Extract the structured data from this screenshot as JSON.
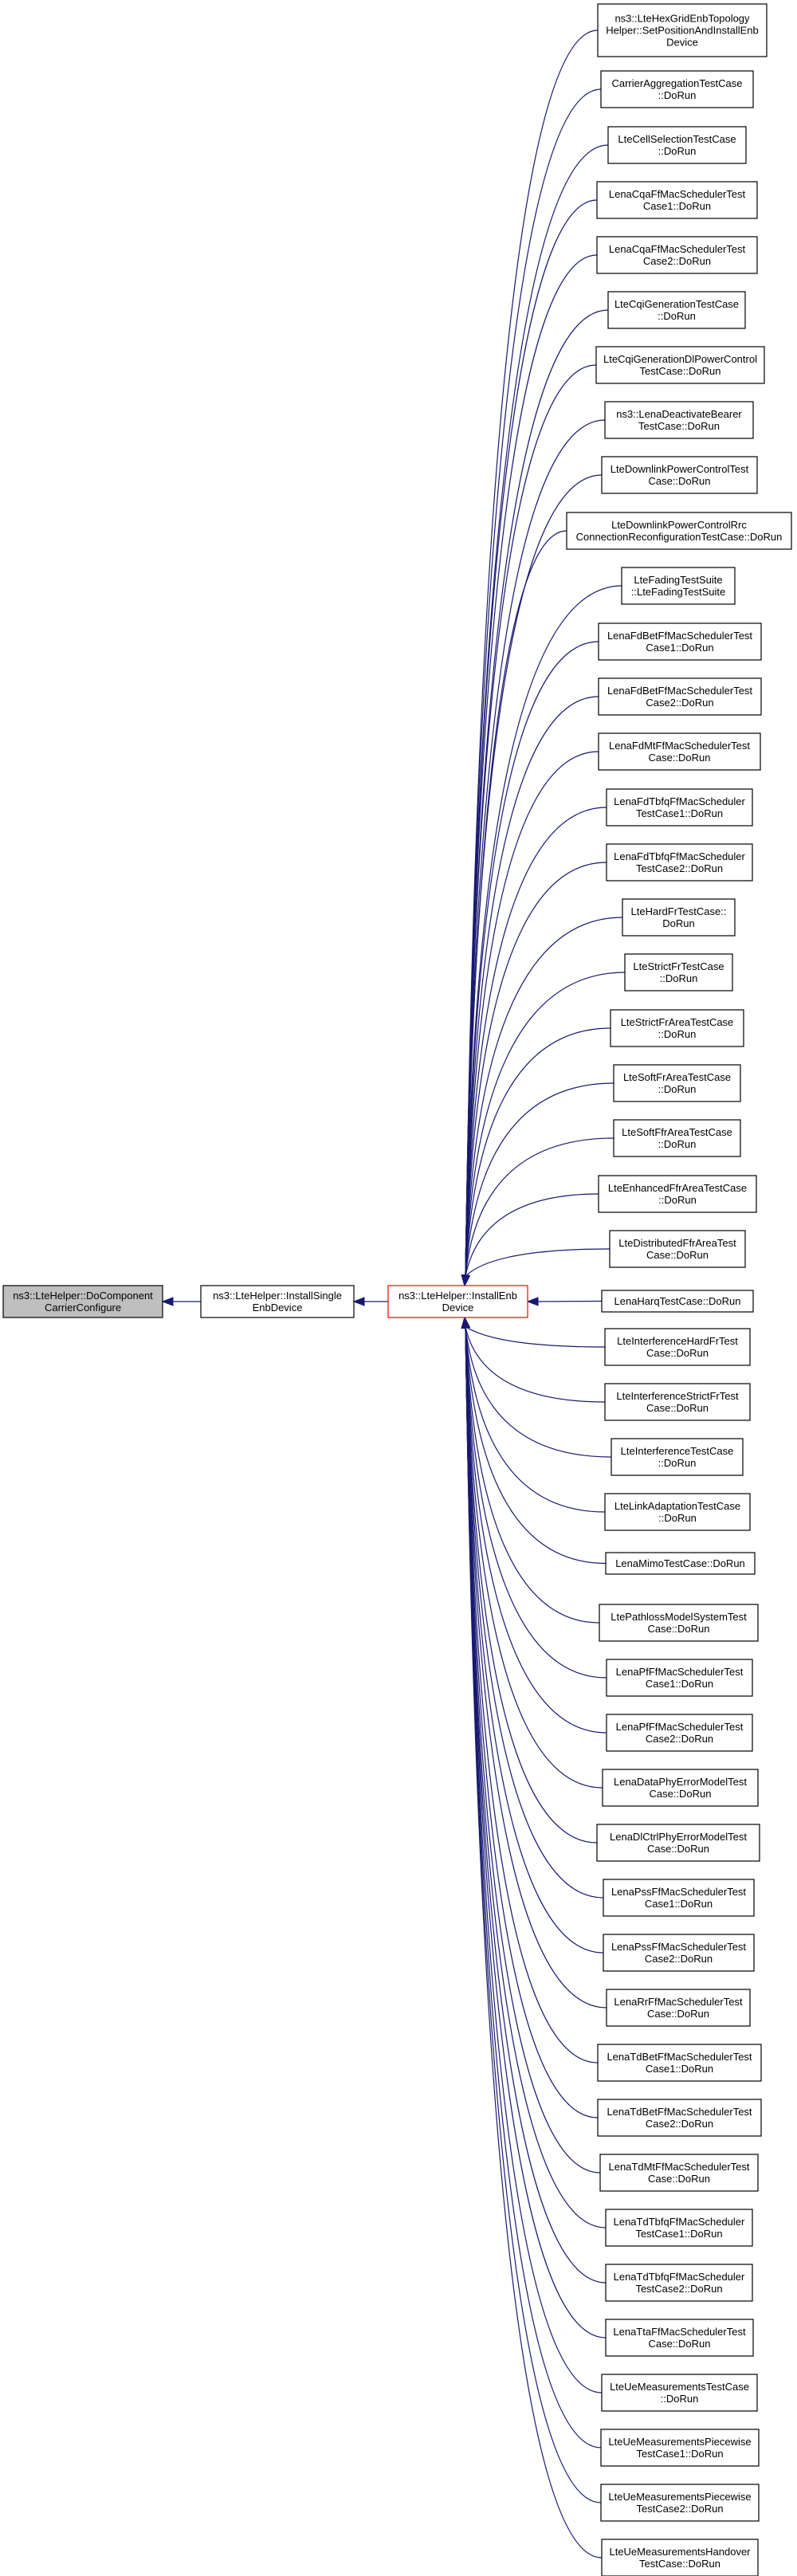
{
  "colors": {
    "edge": "#191970",
    "root_fill": "#bfbfbf",
    "focus_border": "#ff0000",
    "box_border": "#000000"
  },
  "root": {
    "lines": [
      "ns3::LteHelper::DoComponent",
      "CarrierConfigure"
    ]
  },
  "middle": {
    "lines": [
      "ns3::LteHelper::InstallSingle",
      "EnbDevice"
    ]
  },
  "focus": {
    "lines": [
      "ns3::LteHelper::InstallEnb",
      "Device"
    ]
  },
  "callers": [
    {
      "lines": [
        "ns3::LteHexGridEnbTopology",
        "Helper::SetPositionAndInstallEnb",
        "Device"
      ]
    },
    {
      "lines": [
        "CarrierAggregationTestCase",
        "::DoRun"
      ]
    },
    {
      "lines": [
        "LteCellSelectionTestCase",
        "::DoRun"
      ]
    },
    {
      "lines": [
        "LenaCqaFfMacSchedulerTest",
        "Case1::DoRun"
      ]
    },
    {
      "lines": [
        "LenaCqaFfMacSchedulerTest",
        "Case2::DoRun"
      ]
    },
    {
      "lines": [
        "LteCqiGenerationTestCase",
        "::DoRun"
      ]
    },
    {
      "lines": [
        "LteCqiGenerationDlPowerControl",
        "TestCase::DoRun"
      ]
    },
    {
      "lines": [
        "ns3::LenaDeactivateBearer",
        "TestCase::DoRun"
      ]
    },
    {
      "lines": [
        "LteDownlinkPowerControlTest",
        "Case::DoRun"
      ]
    },
    {
      "lines": [
        "LteDownlinkPowerControlRrc",
        "ConnectionReconfigurationTestCase::DoRun"
      ]
    },
    {
      "lines": [
        "LteFadingTestSuite",
        "::LteFadingTestSuite"
      ]
    },
    {
      "lines": [
        "LenaFdBetFfMacSchedulerTest",
        "Case1::DoRun"
      ]
    },
    {
      "lines": [
        "LenaFdBetFfMacSchedulerTest",
        "Case2::DoRun"
      ]
    },
    {
      "lines": [
        "LenaFdMtFfMacSchedulerTest",
        "Case::DoRun"
      ]
    },
    {
      "lines": [
        "LenaFdTbfqFfMacScheduler",
        "TestCase1::DoRun"
      ]
    },
    {
      "lines": [
        "LenaFdTbfqFfMacScheduler",
        "TestCase2::DoRun"
      ]
    },
    {
      "lines": [
        "LteHardFrTestCase::",
        "DoRun"
      ]
    },
    {
      "lines": [
        "LteStrictFrTestCase",
        "::DoRun"
      ]
    },
    {
      "lines": [
        "LteStrictFrAreaTestCase",
        "::DoRun"
      ]
    },
    {
      "lines": [
        "LteSoftFrAreaTestCase",
        "::DoRun"
      ]
    },
    {
      "lines": [
        "LteSoftFfrAreaTestCase",
        "::DoRun"
      ]
    },
    {
      "lines": [
        "LteEnhancedFfrAreaTestCase",
        "::DoRun"
      ]
    },
    {
      "lines": [
        "LteDistributedFfrAreaTest",
        "Case::DoRun"
      ]
    },
    {
      "lines": [
        "LenaHarqTestCase::DoRun"
      ]
    },
    {
      "lines": [
        "LteInterferenceHardFrTest",
        "Case::DoRun"
      ]
    },
    {
      "lines": [
        "LteInterferenceStrictFrTest",
        "Case::DoRun"
      ]
    },
    {
      "lines": [
        "LteInterferenceTestCase",
        "::DoRun"
      ]
    },
    {
      "lines": [
        "LteLinkAdaptationTestCase",
        "::DoRun"
      ]
    },
    {
      "lines": [
        "LenaMimoTestCase::DoRun"
      ]
    },
    {
      "lines": [
        "LtePathlossModelSystemTest",
        "Case::DoRun"
      ]
    },
    {
      "lines": [
        "LenaPfFfMacSchedulerTest",
        "Case1::DoRun"
      ]
    },
    {
      "lines": [
        "LenaPfFfMacSchedulerTest",
        "Case2::DoRun"
      ]
    },
    {
      "lines": [
        "LenaDataPhyErrorModelTest",
        "Case::DoRun"
      ]
    },
    {
      "lines": [
        "LenaDlCtrlPhyErrorModelTest",
        "Case::DoRun"
      ]
    },
    {
      "lines": [
        "LenaPssFfMacSchedulerTest",
        "Case1::DoRun"
      ]
    },
    {
      "lines": [
        "LenaPssFfMacSchedulerTest",
        "Case2::DoRun"
      ]
    },
    {
      "lines": [
        "LenaRrFfMacSchedulerTest",
        "Case::DoRun"
      ]
    },
    {
      "lines": [
        "LenaTdBetFfMacSchedulerTest",
        "Case1::DoRun"
      ]
    },
    {
      "lines": [
        "LenaTdBetFfMacSchedulerTest",
        "Case2::DoRun"
      ]
    },
    {
      "lines": [
        "LenaTdMtFfMacSchedulerTest",
        "Case::DoRun"
      ]
    },
    {
      "lines": [
        "LenaTdTbfqFfMacScheduler",
        "TestCase1::DoRun"
      ]
    },
    {
      "lines": [
        "LenaTdTbfqFfMacScheduler",
        "TestCase2::DoRun"
      ]
    },
    {
      "lines": [
        "LenaTtaFfMacSchedulerTest",
        "Case::DoRun"
      ]
    },
    {
      "lines": [
        "LteUeMeasurementsTestCase",
        "::DoRun"
      ]
    },
    {
      "lines": [
        "LteUeMeasurementsPiecewise",
        "TestCase1::DoRun"
      ]
    },
    {
      "lines": [
        "LteUeMeasurementsPiecewise",
        "TestCase2::DoRun"
      ]
    },
    {
      "lines": [
        "LteUeMeasurementsHandover",
        "TestCase::DoRun"
      ]
    }
  ]
}
